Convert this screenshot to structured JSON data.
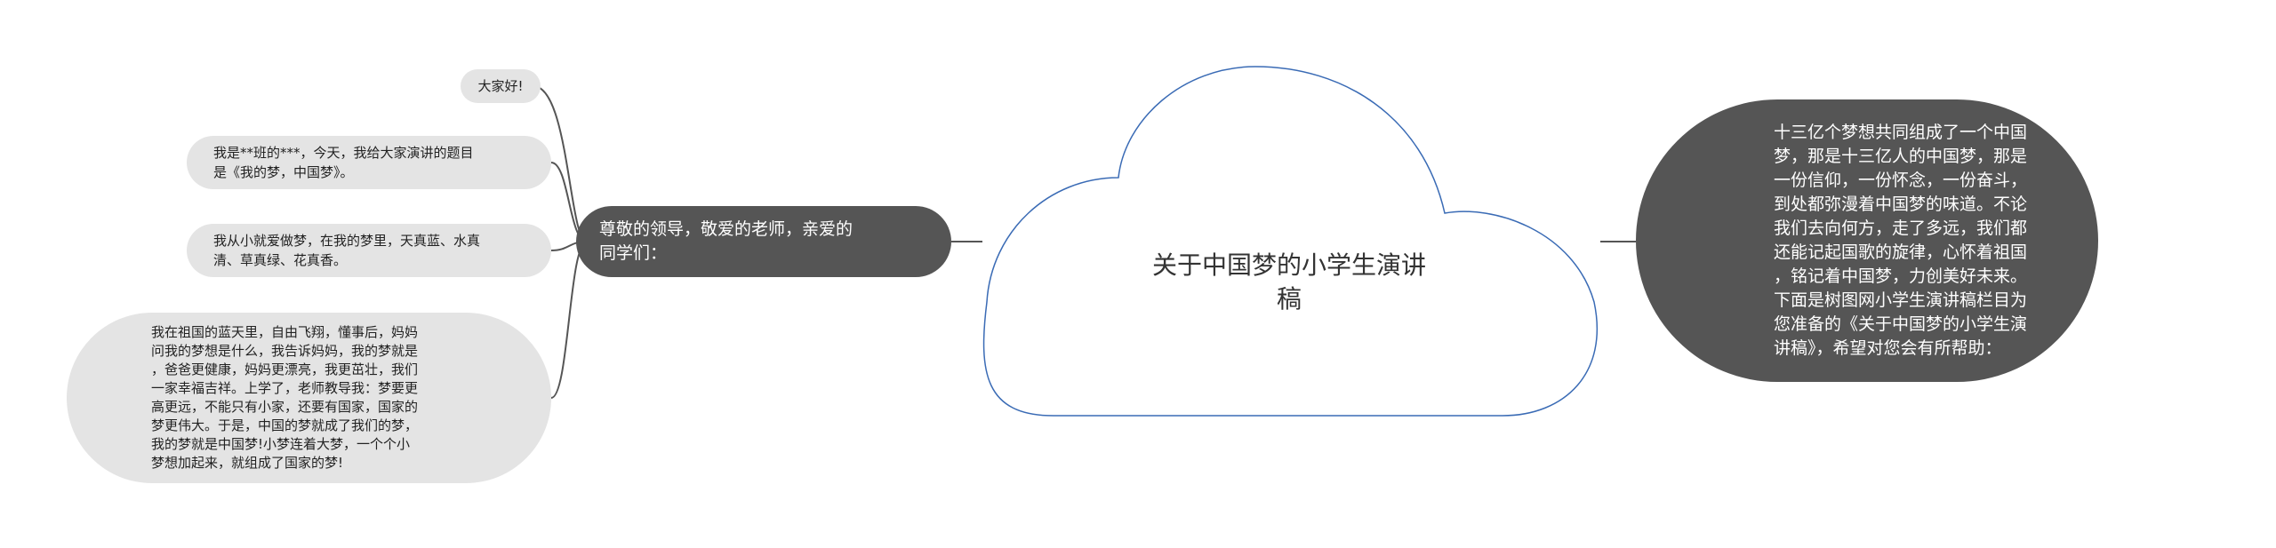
{
  "center": {
    "title": "关于中国梦的小学生演讲\n稿"
  },
  "left_main": {
    "text": "尊敬的领导，敬爱的老师，亲爱的\n同学们："
  },
  "left_leaves": [
    {
      "text": "大家好!"
    },
    {
      "text": "我是**班的***，今天，我给大家演讲的题目\n是《我的梦，中国梦》。"
    },
    {
      "text": "我从小就爱做梦，在我的梦里，天真蓝、水真\n清、草真绿、花真香。"
    },
    {
      "text": "我在祖国的蓝天里，自由飞翔，懂事后，妈妈\n问我的梦想是什么，我告诉妈妈，我的梦就是\n，爸爸更健康，妈妈更漂亮，我更茁壮，我们\n一家幸福吉祥。上学了，老师教导我：梦要更\n高更远，不能只有小家，还要有国家，国家的\n梦更伟大。于是，中国的梦就成了我们的梦，\n我的梦就是中国梦!小梦连着大梦，一个个小\n梦想加起来，就组成了国家的梦!"
    }
  ],
  "right_node": {
    "text": "十三亿个梦想共同组成了一个中国\n梦，那是十三亿人的中国梦，那是\n一份信仰，一份怀念，一份奋斗，\n到处都弥漫着中国梦的味道。不论\n我们去向何方，走了多远，我们都\n还能记起国歌的旋律，心怀着祖国\n，铭记着中国梦，力创美好未来。\n下面是树图网小学生演讲稿栏目为\n您准备的《关于中国梦的小学生演\n讲稿》，希望对您会有所帮助："
  },
  "colors": {
    "cloud_stroke": "#3a6bb5",
    "dark_node": "#555555",
    "leaf_node": "#e4e4e4",
    "connector": "#555555"
  }
}
